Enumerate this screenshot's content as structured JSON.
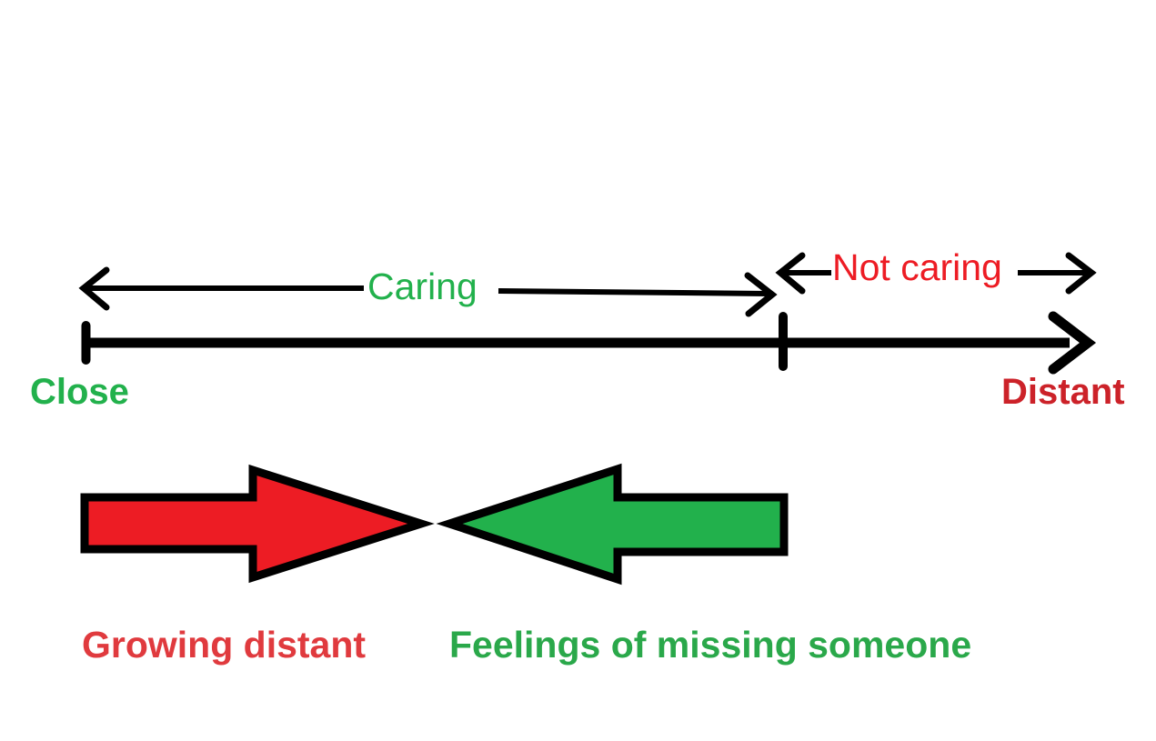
{
  "diagram": {
    "title": "Closeness continuum with caring and not-caring ranges",
    "colors": {
      "stroke": "#000000",
      "green": "#22B14C",
      "green_caption": "#2AA84A",
      "red": "#ED1C24",
      "red_dark": "#CC2229",
      "red_caption": "#E03A3E",
      "background": "#FFFFFF"
    },
    "axis": {
      "name": "closeness-axis",
      "left_endpoint_label": "Close",
      "right_endpoint_label": "Distant",
      "segments": [
        {
          "name": "caring-segment",
          "label": "Caring",
          "color": "#22B14C"
        },
        {
          "name": "not-caring-segment",
          "label": "Not caring",
          "color": "#ED1C24"
        }
      ]
    },
    "arrows": [
      {
        "name": "growing-distant-arrow",
        "caption": "Growing distant",
        "direction": "right",
        "fill": "#ED1C24",
        "caption_color": "#E03A3E"
      },
      {
        "name": "feelings-of-missing-someone-arrow",
        "caption": "Feelings of missing someone",
        "direction": "left",
        "fill": "#22B14C",
        "caption_color": "#2AA84A"
      }
    ]
  }
}
